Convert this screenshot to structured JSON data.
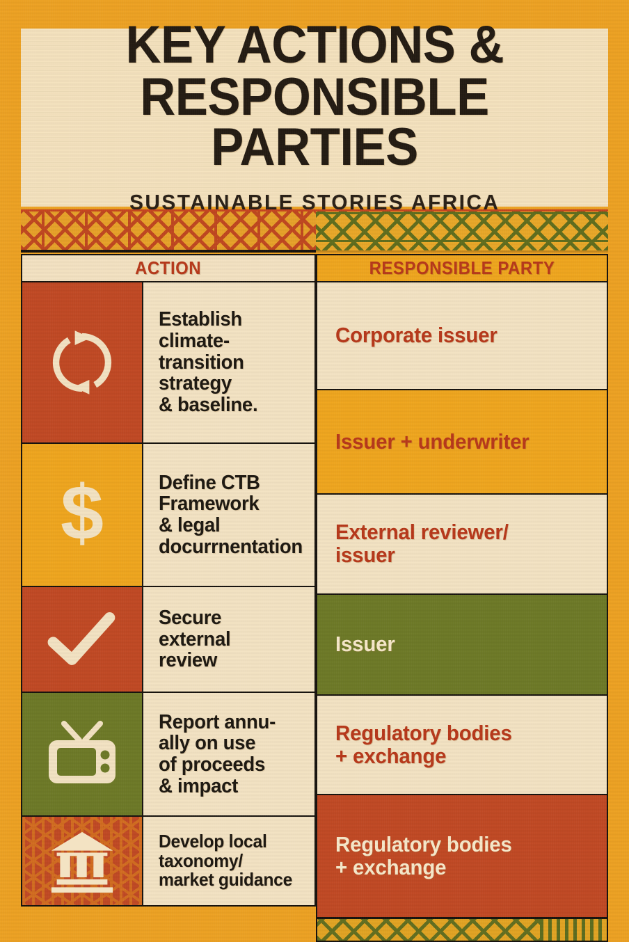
{
  "poster": {
    "title_line1": "KEY ACTIONS &",
    "title_line2": "RESPONSIBLE PARTIES",
    "subtitle": "SUSTAINABLE STORIES AFRICA"
  },
  "colors": {
    "border_orange": "#EDA224",
    "cream": "#F3E3C3",
    "brick_red": "#C14A25",
    "text_red": "#B8391B",
    "orange": "#EFA61F",
    "olive": "#6E7A28",
    "ink": "#1E1912"
  },
  "table": {
    "headers": {
      "action": "ACTION",
      "party": "RESPONSIBLE PARTY"
    },
    "actions": [
      {
        "icon": "cycle-arrows-icon",
        "icon_bg": "#C14A25",
        "label": "Establish\nclimate-\ntransition\nstrategy\n& baseline."
      },
      {
        "icon": "dollar-sign-icon",
        "icon_bg": "#EFA61F",
        "label": "Define CTB\nFramework\n& legal\ndocurrnentation"
      },
      {
        "icon": "checkmark-icon",
        "icon_bg": "#C14A25",
        "label": "Secure\nexternal\nreview"
      },
      {
        "icon": "television-icon",
        "icon_bg": "#6E7A28",
        "label": "Report annu-\nally on use\nof proceeds\n& impact"
      },
      {
        "icon": "bank-building-icon",
        "icon_bg": "#C14A25",
        "label": "Develop local\ntaxonomy/\nmarket guidance"
      }
    ],
    "parties": [
      {
        "text": "Corporate issuer",
        "bg": "#F3E3C3",
        "fg": "#B8391B"
      },
      {
        "text": "Issuer + underwriter",
        "bg": "#EFA61F",
        "fg": "#B8391B"
      },
      {
        "text": "External reviewer/\nissuer",
        "bg": "#F3E3C3",
        "fg": "#B8391B"
      },
      {
        "text": "Issuer",
        "bg": "#6E7A28",
        "fg": "#F7E9CB"
      },
      {
        "text": "Regulatory bodies\n+ exchange",
        "bg": "#F3E3C3",
        "fg": "#B8391B"
      },
      {
        "text": "Regulatory bodies\n+ exchange",
        "bg": "#C14A25",
        "fg": "#F7E9CB"
      }
    ]
  },
  "decor": {
    "band_left": "kente-pattern-red",
    "band_right": "kente-pattern-green",
    "bottom_strip": "kente-pattern-green-gold"
  }
}
